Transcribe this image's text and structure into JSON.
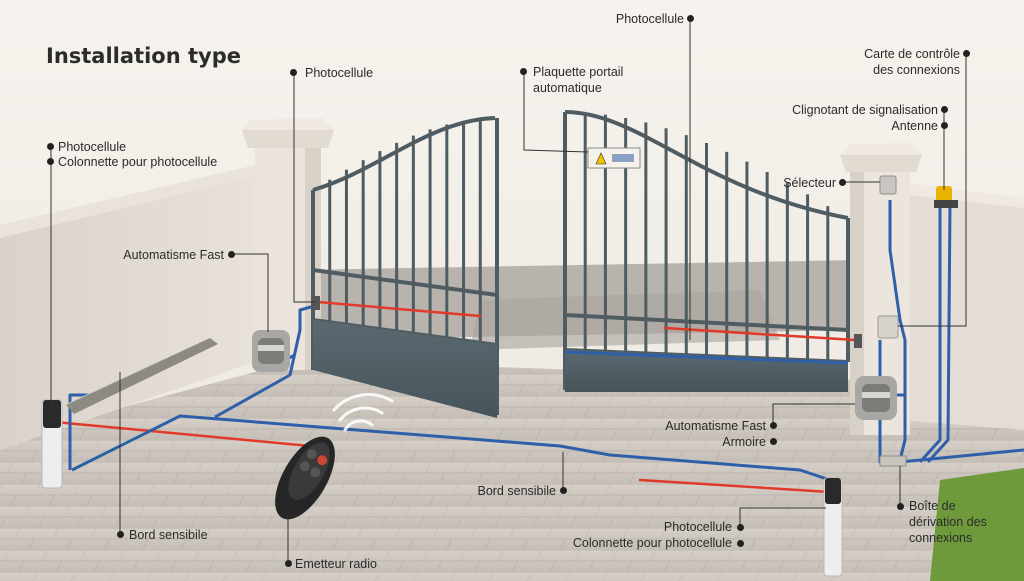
{
  "title": "Installation type",
  "labels": {
    "photocellule_top_center": "Photocellule",
    "photocellule_left_gate": "Photocellule",
    "photocellule_left_post": "Photocellule",
    "colonnette_left_post": "Colonnette pour photocellule",
    "plaquette": "Plaquette portail\nautomatique",
    "carte_controle": "Carte de contrôle\ndes connexions",
    "clignotant": "Clignotant de signalisation",
    "antenne": "Antenne",
    "selecteur": "Sélecteur",
    "automatisme_left": "Automatisme Fast",
    "automatisme_right": "Automatisme Fast",
    "armoire": "Armoire",
    "bord_sensible_center": "Bord sensibile",
    "bord_sensible_left": "Bord sensibile",
    "emetteur": "Emetteur radio",
    "photocellule_bottom": "Photocellule",
    "colonnette_bottom": "Colonnette pour photocellule",
    "boite_derivation": "Boîte de\ndérivation des\nconnexions"
  },
  "colors": {
    "wire": "#2e5fa8",
    "beam": "#e23a2a",
    "gate": "#4f5d63",
    "leader": "#333333"
  }
}
